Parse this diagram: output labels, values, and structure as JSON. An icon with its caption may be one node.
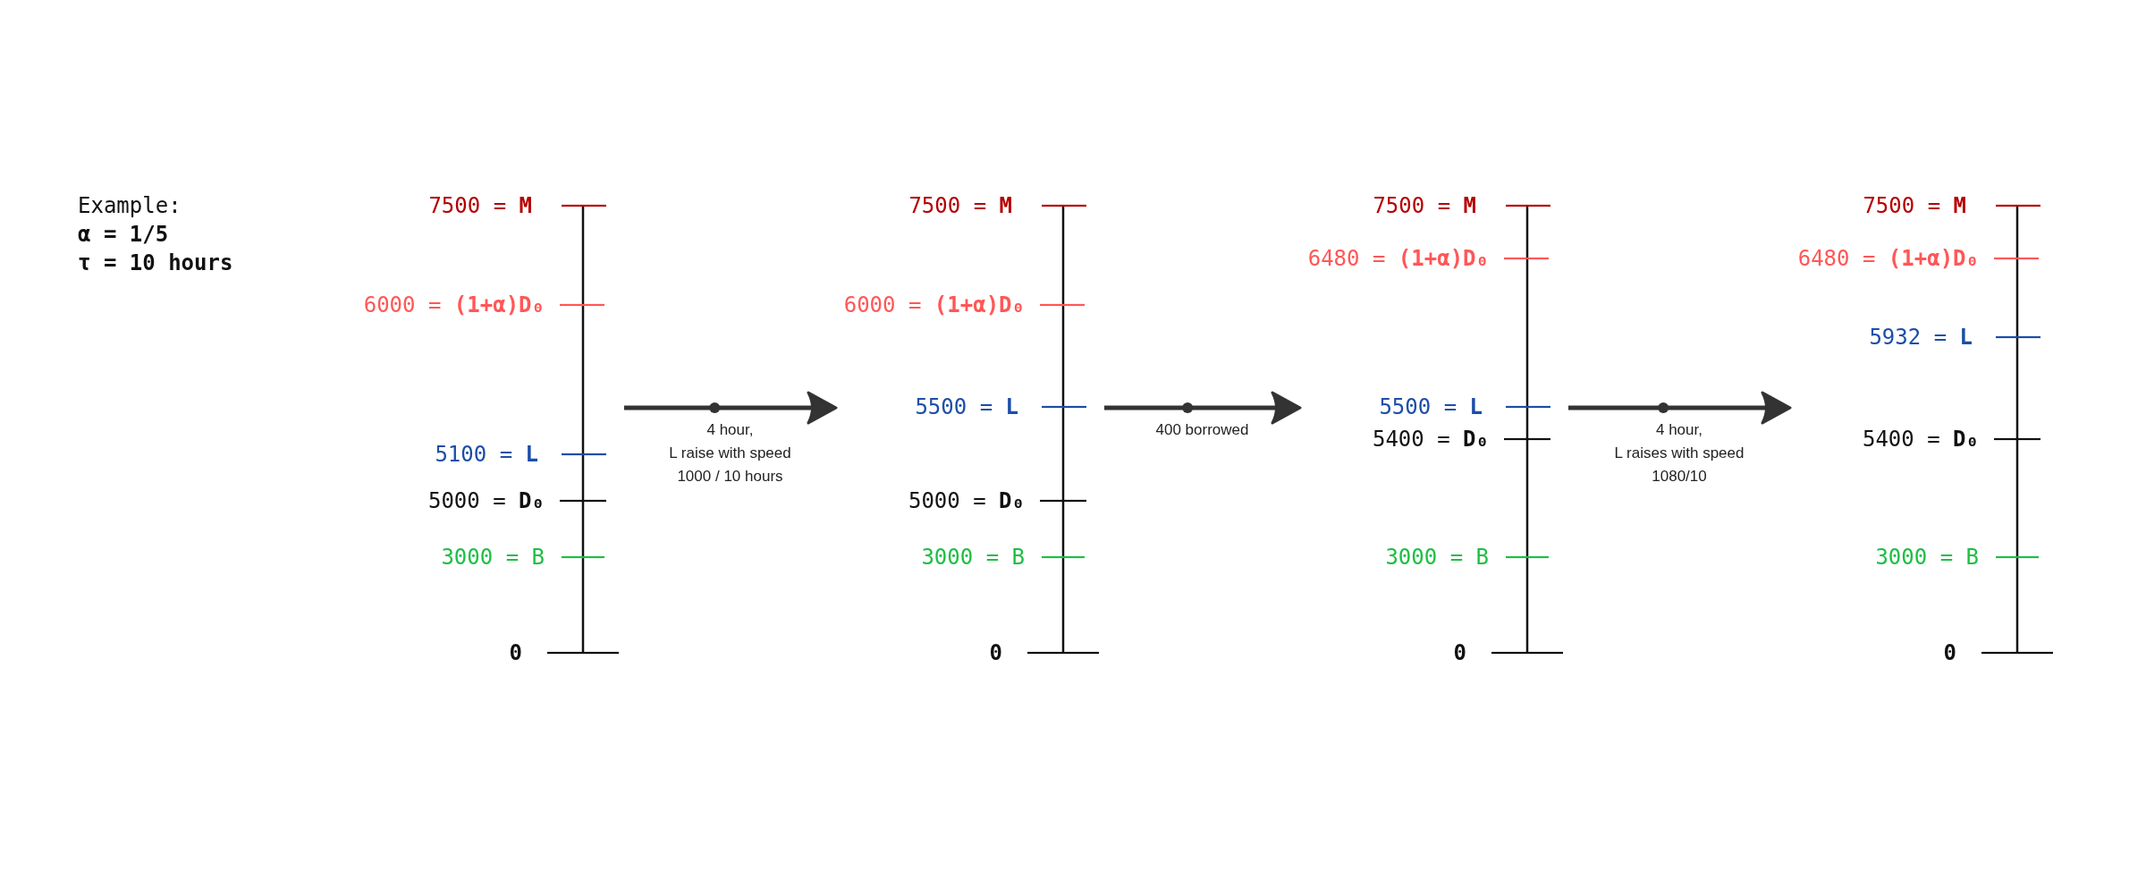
{
  "diagram": {
    "nodes": [
      {
        "text": [
          "7500 = **M**",
          "6000 = **(1+α)D₀**",
          "5100 = **L**",
          "5000 = **D₀**",
          "3000 = B",
          "0"
        ]
      },
      {
        "text": [
          "7500 = **M**",
          "6000 = **(1+α)D₀**",
          "5500 = **L**",
          "5000 = **D₀**",
          "3000 = B",
          "0"
        ]
      },
      {
        "text": [
          "7500 = **M**",
          "6480 = **(1+α)D₀**",
          "5500 = **L**",
          "5400 = **D₀**",
          "3000 = B",
          "0"
        ]
      },
      {
        "text": [
          "7500 = **M**",
          "6480 = **(1+α)D₀**",
          "5932 = **L**",
          "5400 = **D₀**",
          "3000 = B",
          "0"
        ]
      }
    ],
    "edges": [
      {
        "from": 0,
        "to": 1,
        "arrow": "to",
        "label": "4 hour, L raise with speed 1000 / 10 hours"
      },
      {
        "from": 1,
        "to": 2,
        "arrow": "to",
        "label": "400 borrowed"
      },
      {
        "from": 2,
        "to": 3,
        "arrow": "to",
        "label": "4 hour, L raises with speed 1080/10"
      }
    ],
    "labels": [
      "Example:",
      "α = 1/5",
      "τ = 10 hours"
    ]
  }
}
